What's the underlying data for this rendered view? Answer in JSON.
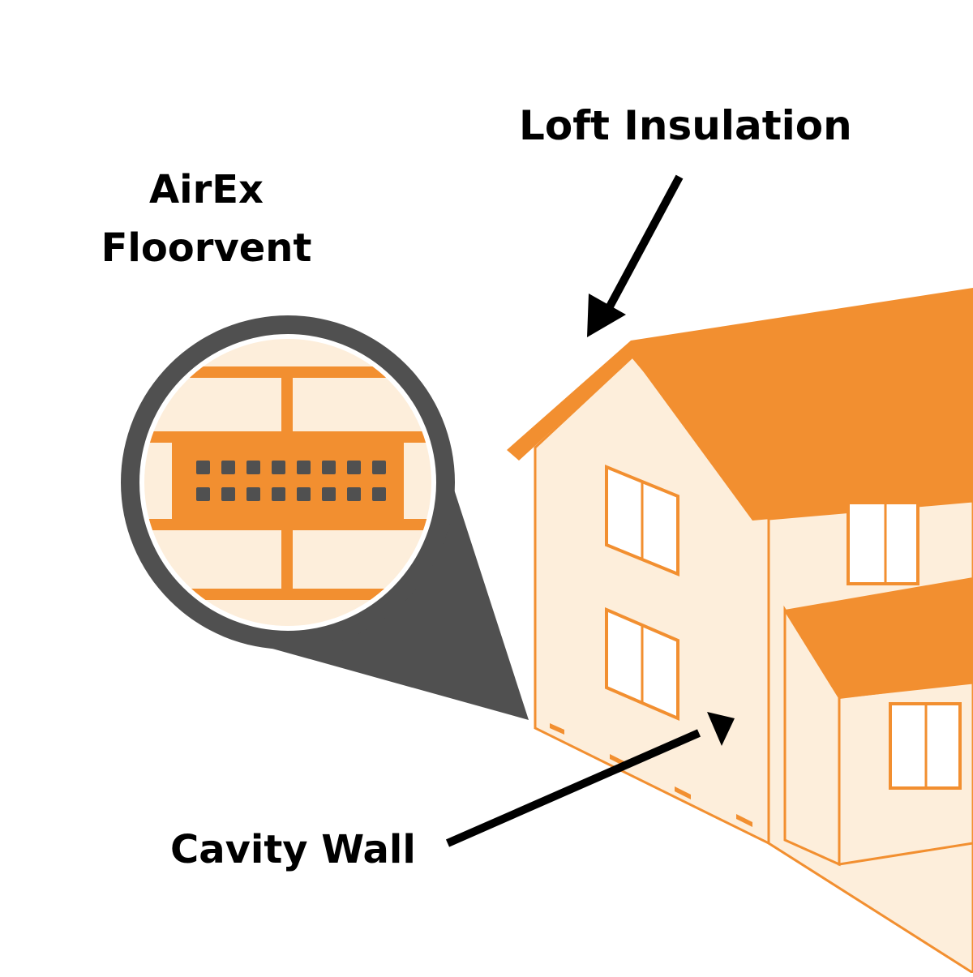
{
  "labels": {
    "loft_insulation": "Loft Insulation",
    "floorvent_line1": "AirEx",
    "floorvent_line2": "Floorvent",
    "cavity_wall": "Cavity Wall"
  },
  "colors": {
    "roof_orange": "#f28f30",
    "wall_cream": "#fdeedb",
    "outline_orange": "#f28f30",
    "magnifier_grey": "#505050",
    "vent_hole": "#505050",
    "arrow": "#000000",
    "text": "#000000"
  },
  "icons": {
    "magnifier": "magnifier-lens-icon",
    "vent": "floorvent-grille-icon",
    "house": "house-illustration"
  }
}
